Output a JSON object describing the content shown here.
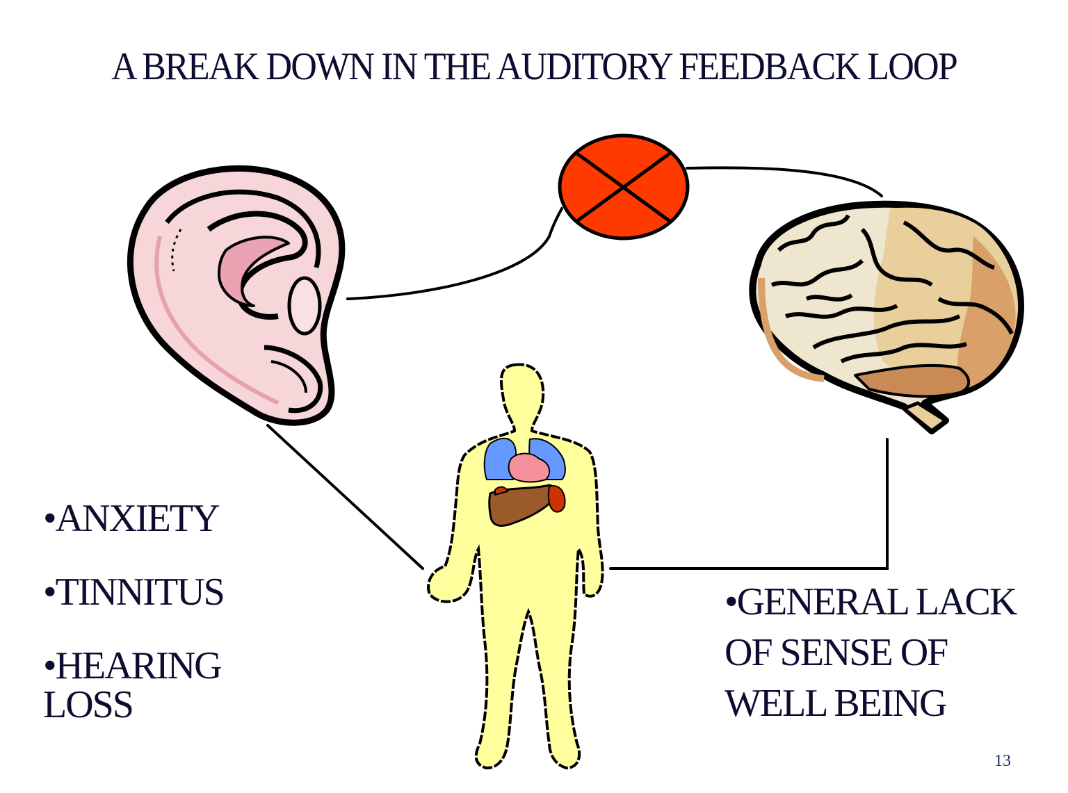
{
  "slide": {
    "title": "A BREAK DOWN IN THE AUDITORY FEEDBACK LOOP",
    "page_number": "13"
  },
  "diagram": {
    "nodes": [
      {
        "id": "ear",
        "icon": "ear-icon",
        "color": "#f6d6d8"
      },
      {
        "id": "blocked",
        "icon": "blocked-x-icon",
        "color": "#ff3a00"
      },
      {
        "id": "brain",
        "icon": "brain-icon",
        "color": "#efe6cf"
      },
      {
        "id": "body",
        "icon": "human-body-icon",
        "color": "#ffff9e"
      }
    ],
    "connectors": [
      {
        "from": "ear",
        "to": "blocked"
      },
      {
        "from": "blocked",
        "to": "brain"
      },
      {
        "from": "brain",
        "to": "body"
      },
      {
        "from": "ear",
        "to": "body"
      }
    ]
  },
  "left_list": {
    "items": [
      {
        "bullet": "•",
        "text": "ANXIETY"
      },
      {
        "bullet": "•",
        "text": "TINNITUS"
      },
      {
        "bullet": "•",
        "text": "HEARING LOSS"
      }
    ]
  },
  "right_list": {
    "items": [
      {
        "bullet": "•",
        "text": "GENERAL LACK OF SENSE OF WELL BEING"
      }
    ]
  }
}
